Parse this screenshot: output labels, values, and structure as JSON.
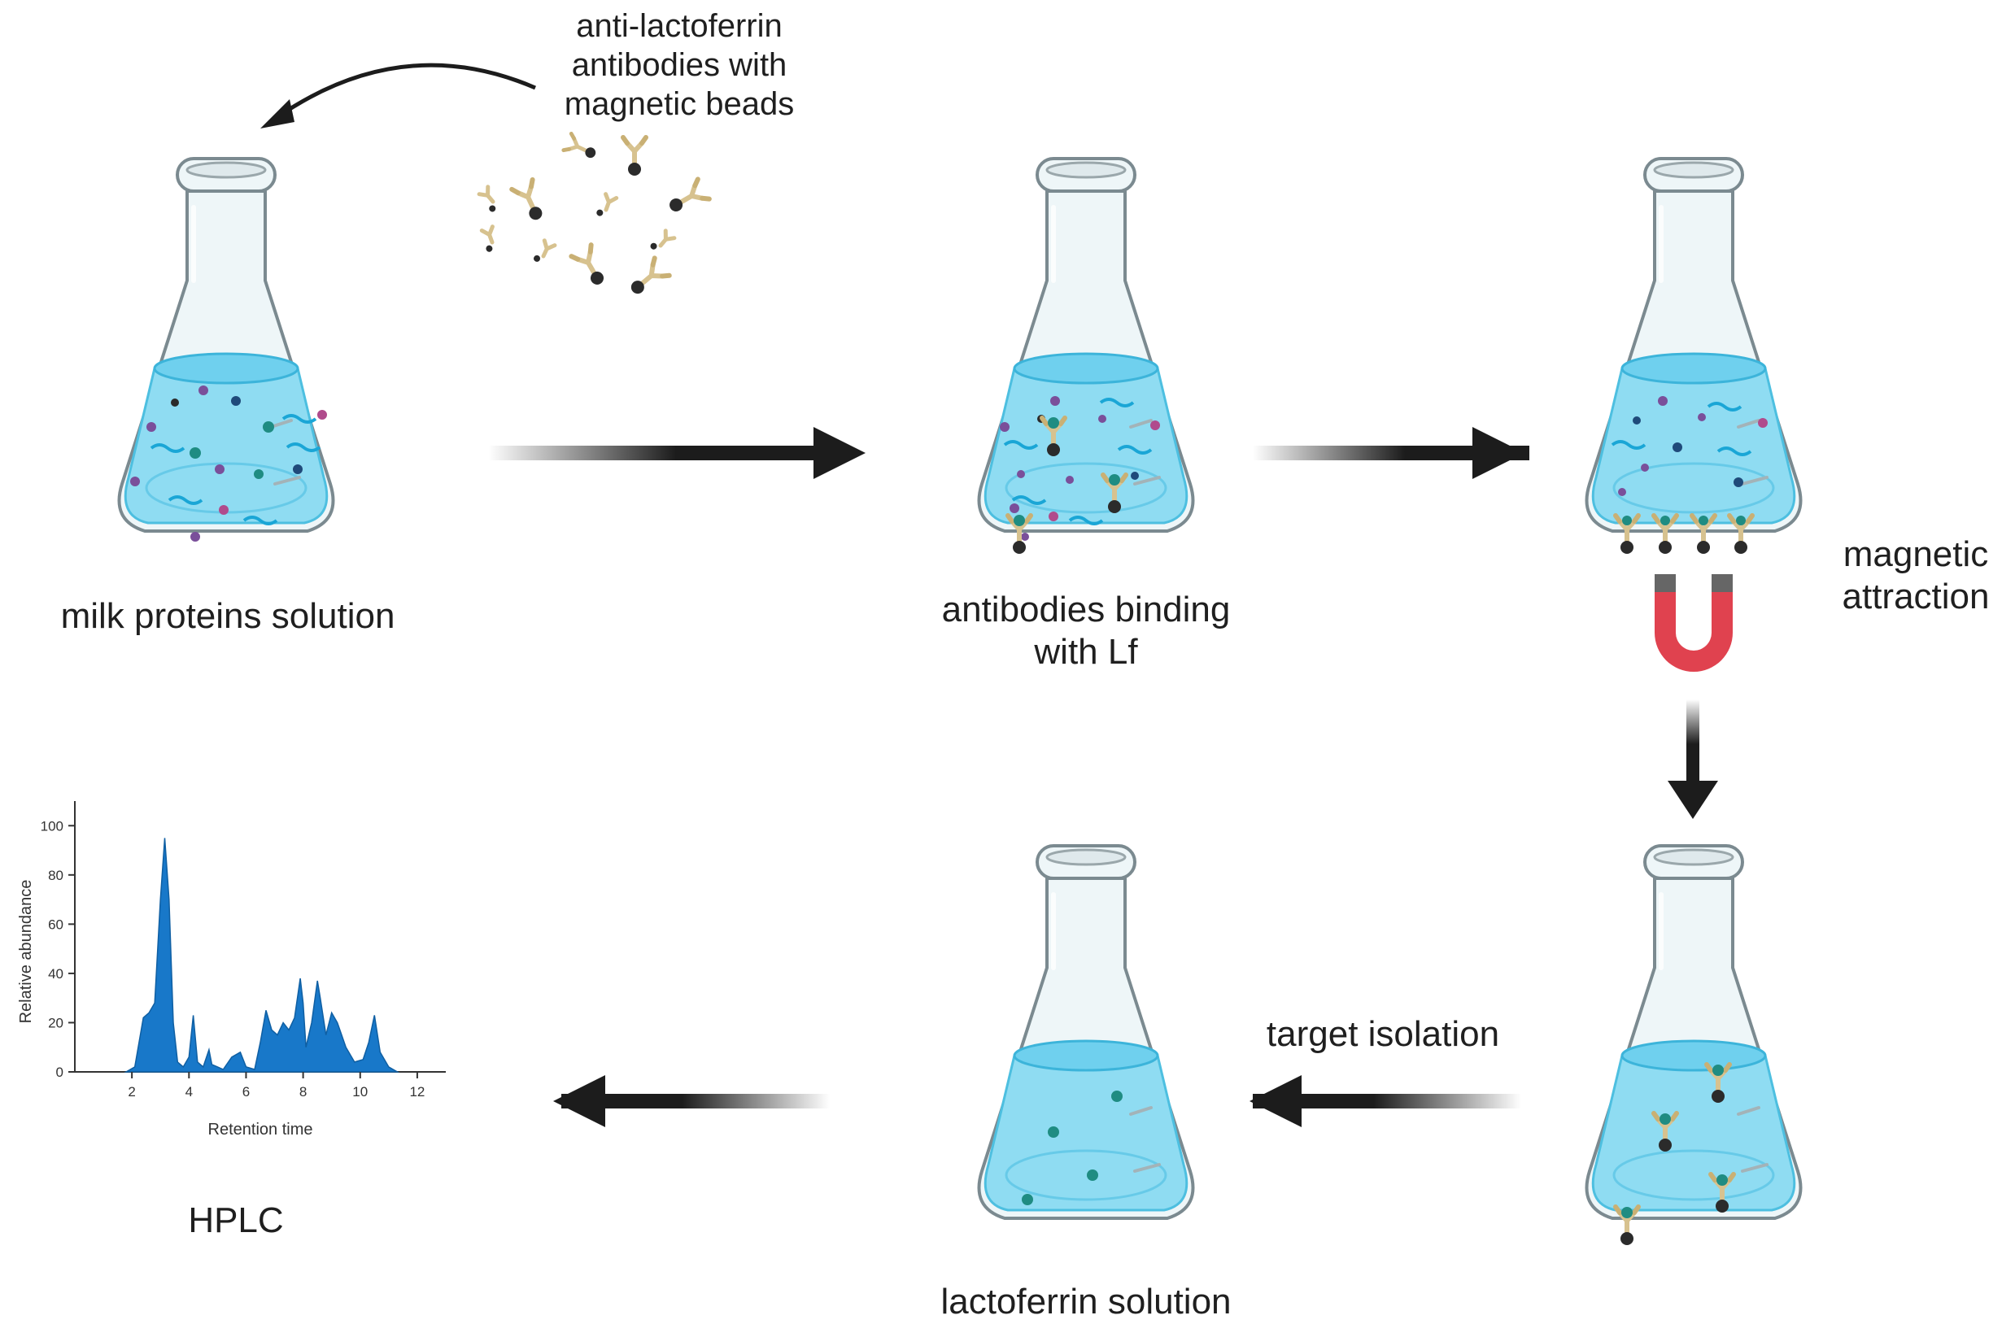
{
  "labels": {
    "antibodies_note": [
      "anti-lactoferrin",
      "antibodies with",
      "magnetic beads"
    ],
    "milk": "milk proteins solution",
    "binding": [
      "antibodies binding",
      "with Lf"
    ],
    "magnetic": [
      "magnetic",
      "attraction"
    ],
    "target": "target isolation",
    "lactoferrin": "lactoferrin solution",
    "hplc": "HPLC"
  },
  "colors": {
    "flask_glass": "#eef6f8",
    "flask_outline": "#7b8a90",
    "liquid": "#8fdcf2",
    "liquid_surface": "#52c6e8",
    "arrow": "#1c1c1c",
    "antibody": "#d7c28f",
    "bead": "#2b2b2b",
    "teal_particle": "#1f8c82",
    "purple_particle": "#7a4f9a",
    "magenta_particle": "#b04b8c",
    "navy_particle": "#1f4a7a",
    "magnet_red": "#e0424f",
    "magnet_tip": "#666666",
    "chart_fill": "#1878c9"
  },
  "icons": {
    "flask": "erlenmeyer-flask-icon",
    "magnet": "horseshoe-magnet-icon",
    "antibody": "antibody-with-bead-icon"
  },
  "chart_data": {
    "type": "area",
    "xlabel": "Retention time",
    "ylabel": "Relative abundance",
    "xlim": [
      0,
      13
    ],
    "ylim": [
      0,
      110
    ],
    "xticks": [
      "2",
      "4",
      "6",
      "8",
      "10",
      "12"
    ],
    "yticks": [
      "0",
      "20",
      "40",
      "60",
      "80",
      "100"
    ],
    "x": [
      1.8,
      2.1,
      2.4,
      2.6,
      2.8,
      3.0,
      3.15,
      3.3,
      3.45,
      3.6,
      3.8,
      4.0,
      4.15,
      4.3,
      4.5,
      4.7,
      4.8,
      5.0,
      5.2,
      5.5,
      5.8,
      6.0,
      6.3,
      6.5,
      6.7,
      6.9,
      7.1,
      7.3,
      7.5,
      7.7,
      7.9,
      8.0,
      8.1,
      8.3,
      8.5,
      8.6,
      8.8,
      9.0,
      9.2,
      9.5,
      9.8,
      10.1,
      10.3,
      10.5,
      10.7,
      11.0,
      11.3
    ],
    "y": [
      0,
      2,
      22,
      24,
      28,
      70,
      95,
      70,
      20,
      4,
      2,
      6,
      23,
      4,
      2,
      9,
      3,
      2,
      1,
      6,
      8,
      2,
      1,
      12,
      25,
      17,
      15,
      20,
      17,
      22,
      38,
      28,
      10,
      20,
      37,
      30,
      15,
      24,
      20,
      10,
      4,
      5,
      12,
      23,
      8,
      2,
      0
    ]
  }
}
